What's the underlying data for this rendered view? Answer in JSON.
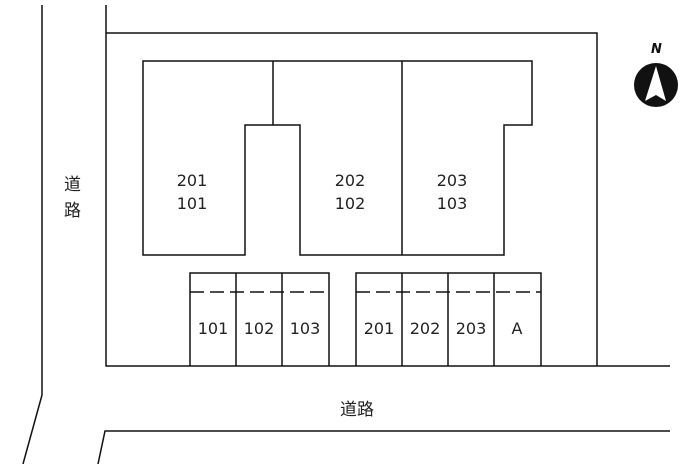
{
  "roads": {
    "left_label": [
      "道",
      "路"
    ],
    "bottom_label": "道路"
  },
  "buildings": [
    {
      "upper": "201",
      "lower": "101"
    },
    {
      "upper": "202",
      "lower": "102"
    },
    {
      "upper": "203",
      "lower": "103"
    }
  ],
  "parking": [
    "101",
    "102",
    "103",
    "201",
    "202",
    "203",
    "A"
  ],
  "compass": {
    "label": "N"
  }
}
